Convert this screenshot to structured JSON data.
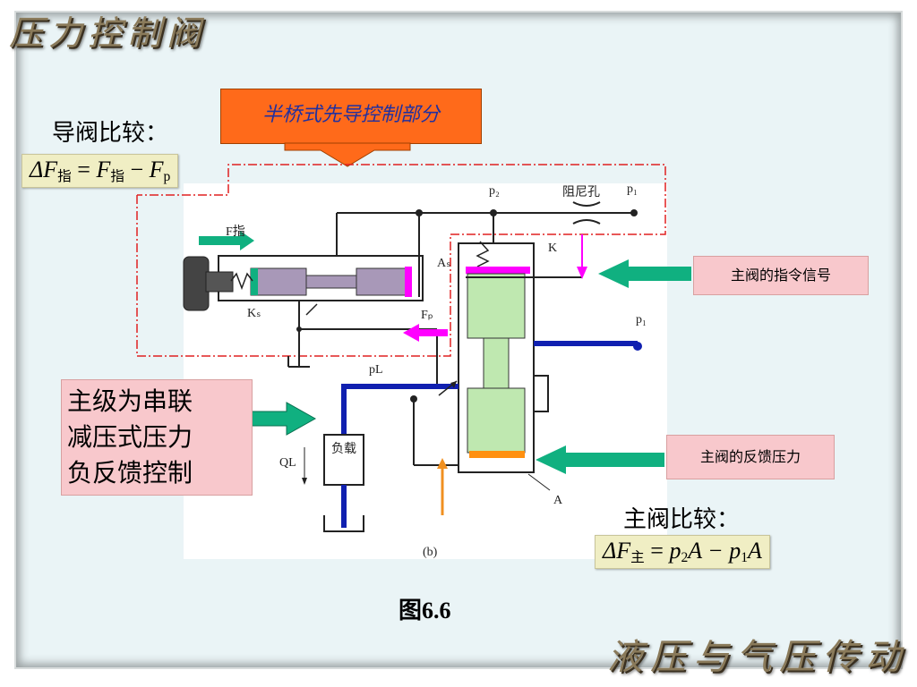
{
  "title": "压力控制阀",
  "footer": "液压与气压传动",
  "pilot_header": "半桥式先导控制部分",
  "pilot_compare_label": "导阀比较：",
  "pilot_formula": {
    "lhs": "ΔF",
    "lhs_sub": "指",
    "rhs1": "F",
    "rhs1_sub": "指",
    "rhs2": "F",
    "rhs2_sub": "p"
  },
  "main_compare_label": "主阀比较：",
  "main_formula": {
    "lhs": "ΔF",
    "lhs_sub": "主",
    "rhs": "p",
    "rhs_sub1": "2",
    "mid": "A − p",
    "rhs_sub2": "1",
    "end": "A"
  },
  "command_signal": "主阀的指令信号",
  "feedback_pressure": "主阀的反馈压力",
  "main_stage_desc": [
    "主级为串联",
    "减压式压力",
    "负反馈控制"
  ],
  "figure_caption": "图6.6",
  "diagram_labels": {
    "p2": "p₂",
    "orifice": "阻尼孔",
    "p1_top": "p₁",
    "p1_right": "p₁",
    "K": "K",
    "F_zhi": "F指",
    "As": "Aₛ",
    "Ks": "Kₛ",
    "Fp": "Fₚ",
    "pL": "pL",
    "QL": "QL",
    "load": "负载",
    "A": "A",
    "b": "(b)"
  },
  "colors": {
    "orange": "#ff6a1a",
    "pink": "#f8c8cc",
    "green": "#10b080",
    "magenta": "#ff00ff",
    "blue": "#1020b0",
    "formula_bg": "#f0eec4"
  }
}
